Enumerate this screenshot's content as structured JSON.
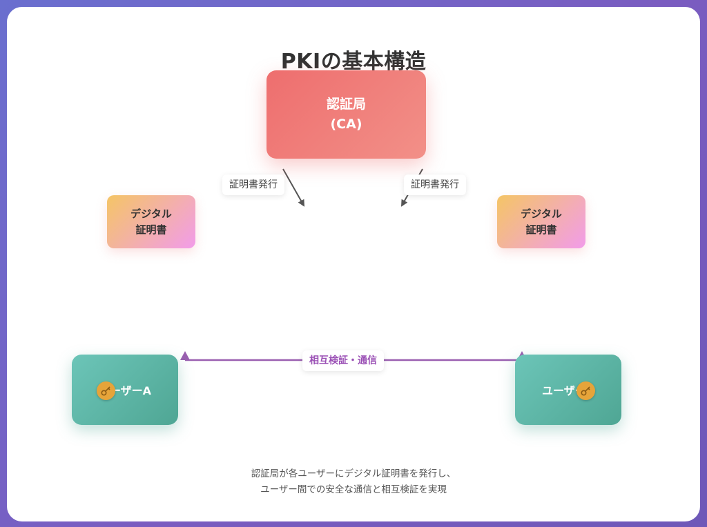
{
  "title": "PKIの基本構造",
  "nodes": {
    "ca": {
      "line1": "認証局",
      "line2": "(CA)"
    },
    "cert_left": {
      "line1": "デジタル",
      "line2": "証明書"
    },
    "cert_right": {
      "line1": "デジタル",
      "line2": "証明書"
    },
    "user_a": {
      "label": "ユーザーA"
    },
    "user_b": {
      "label": "ユーザーB"
    }
  },
  "edges": {
    "issue_left": "証明書発行",
    "issue_right": "証明書発行",
    "mutual": "相互検証・通信"
  },
  "caption": {
    "line1": "認証局が各ユーザーにデジタル証明書を発行し、",
    "line2": "ユーザー間での安全な通信と相互検証を実現"
  },
  "colors": {
    "ca_gradient": [
      "#ee6e6e",
      "#f29088"
    ],
    "cert_gradient": [
      "#f4c565",
      "#f29cea"
    ],
    "user_gradient": [
      "#6cc5b8",
      "#4fa694"
    ],
    "issue_arrow": "#555555",
    "mutual_arrow": "#9a5fb0",
    "key_icon": "#e6a43a"
  },
  "icons": [
    "key-icon"
  ]
}
